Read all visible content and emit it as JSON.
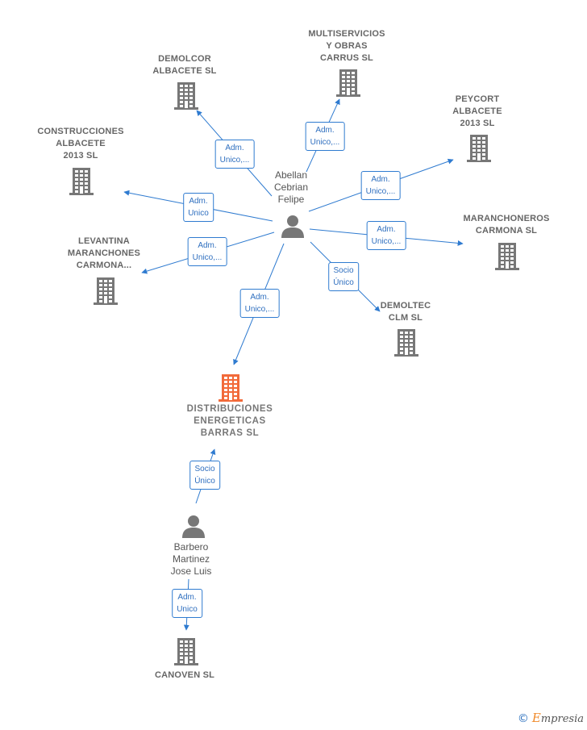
{
  "companies": [
    {
      "id": "demolcor",
      "label": "DEMOLCOR\nALBACETE  SL"
    },
    {
      "id": "multiservicios",
      "label": "MULTISERVICIOS\nY OBRAS\nCARRUS  SL"
    },
    {
      "id": "peycort",
      "label": "PEYCORT\nALBACETE\n2013  SL"
    },
    {
      "id": "construcciones",
      "label": "CONSTRUCCIONES\nALBACETE\n2013  SL"
    },
    {
      "id": "maranchoneros",
      "label": "MARANCHONEROS\nCARMONA SL"
    },
    {
      "id": "levantina",
      "label": "LEVANTINA\nMARANCHONES\nCARMONA..."
    },
    {
      "id": "demoltec",
      "label": "DEMOLTEC\nCLM  SL"
    },
    {
      "id": "distribuciones",
      "label": "DISTRIBUCIONES\nENERGETICAS\nBARRAS  SL"
    },
    {
      "id": "canoven",
      "label": "CANOVEN  SL"
    }
  ],
  "persons": [
    {
      "id": "abellan",
      "label": "Abellan\nCebrian\nFelipe"
    },
    {
      "id": "barbero",
      "label": "Barbero\nMartinez\nJose Luis"
    }
  ],
  "edges": [
    {
      "from": "abellan",
      "to": "demolcor",
      "label": "Adm.\nUnico,..."
    },
    {
      "from": "abellan",
      "to": "multiservicios",
      "label": "Adm.\nUnico,..."
    },
    {
      "from": "abellan",
      "to": "peycort",
      "label": "Adm.\nUnico,..."
    },
    {
      "from": "abellan",
      "to": "construcciones",
      "label": "Adm.\nUnico"
    },
    {
      "from": "abellan",
      "to": "maranchoneros",
      "label": "Adm.\nUnico,..."
    },
    {
      "from": "abellan",
      "to": "levantina",
      "label": "Adm.\nUnico,..."
    },
    {
      "from": "abellan",
      "to": "demoltec",
      "label": "Socio\nÚnico"
    },
    {
      "from": "abellan",
      "to": "distribuciones",
      "label": "Adm.\nUnico,..."
    },
    {
      "from": "barbero",
      "to": "distribuciones",
      "label": "Socio\nÚnico"
    },
    {
      "from": "barbero",
      "to": "canoven",
      "label": "Adm.\nUnico"
    }
  ],
  "colors": {
    "edge": "#2f7bd0",
    "building": "#777777",
    "focal_building": "#f26a3a",
    "person": "#777777"
  },
  "footer": {
    "copyright": "©",
    "brand_e": "E",
    "brand_rest": "mpresia"
  }
}
